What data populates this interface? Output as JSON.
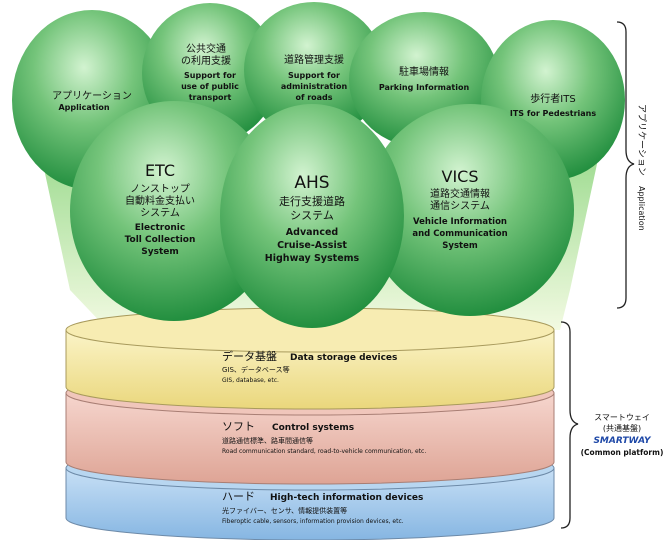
{
  "applications": {
    "app_general": {
      "jp": "アプリケーション",
      "en": "Application"
    },
    "public_transport": {
      "jp1": "公共交通",
      "jp2": "の利用支援",
      "en1": "Support for",
      "en2": "use of public",
      "en3": "transport"
    },
    "road_admin": {
      "jp": "道路管理支援",
      "en1": "Support for",
      "en2": "administration",
      "en3": "of roads"
    },
    "parking": {
      "jp": "駐車場情報",
      "en": "Parking Information"
    },
    "pedestrians": {
      "jp": "歩行者ITS",
      "en": "ITS for Pedestrians"
    },
    "etc": {
      "abbr": "ETC",
      "jp1": "ノンストップ",
      "jp2": "自動料金支払い",
      "jp3": "システム",
      "en1": "Electronic",
      "en2": "Toll Collection",
      "en3": "System"
    },
    "ahs": {
      "abbr": "AHS",
      "jp1": "走行支援道路",
      "jp2": "システム",
      "en1": "Advanced",
      "en2": "Cruise-Assist",
      "en3": "Highway Systems"
    },
    "vics": {
      "abbr": "VICS",
      "jp1": "道路交通情報",
      "jp2": "通信システム",
      "en1": "Vehicle Information",
      "en2": "and Communication",
      "en3": "System"
    }
  },
  "layers": {
    "data": {
      "jp": "データ基盤",
      "en": "Data storage devices",
      "sub1": "GIS、データベース等",
      "sub2": "GIS, database, etc."
    },
    "soft": {
      "jp": "ソフト",
      "en": "Control systems",
      "sub1": "道路通信標準、路車間通信等",
      "sub2": "Road communication standard, road-to-vehicle communication, etc."
    },
    "hard": {
      "jp": "ハード",
      "en": "High-tech information devices",
      "sub1": "光ファイバー、センサ、情報提供装置等",
      "sub2": "Fiberoptic cable, sensors, information provision devices, etc."
    }
  },
  "side": {
    "application_jp": "アプリケーション",
    "application_en": "Application",
    "smartway_jp1": "スマートウェイ",
    "smartway_jp2": "(共通基盤)",
    "smartway_logo": "SMARTWAY",
    "smartway_en": "(Common platform)"
  },
  "colors": {
    "sphere_light": "#c8efc8",
    "sphere_mid": "#4cb35a",
    "sphere_dark": "#1d8a3a",
    "data_layer": "#f3e79c",
    "soft_layer": "#eab4a8",
    "hard_layer": "#9fc8ea",
    "logo_blue": "#1f49a8"
  }
}
